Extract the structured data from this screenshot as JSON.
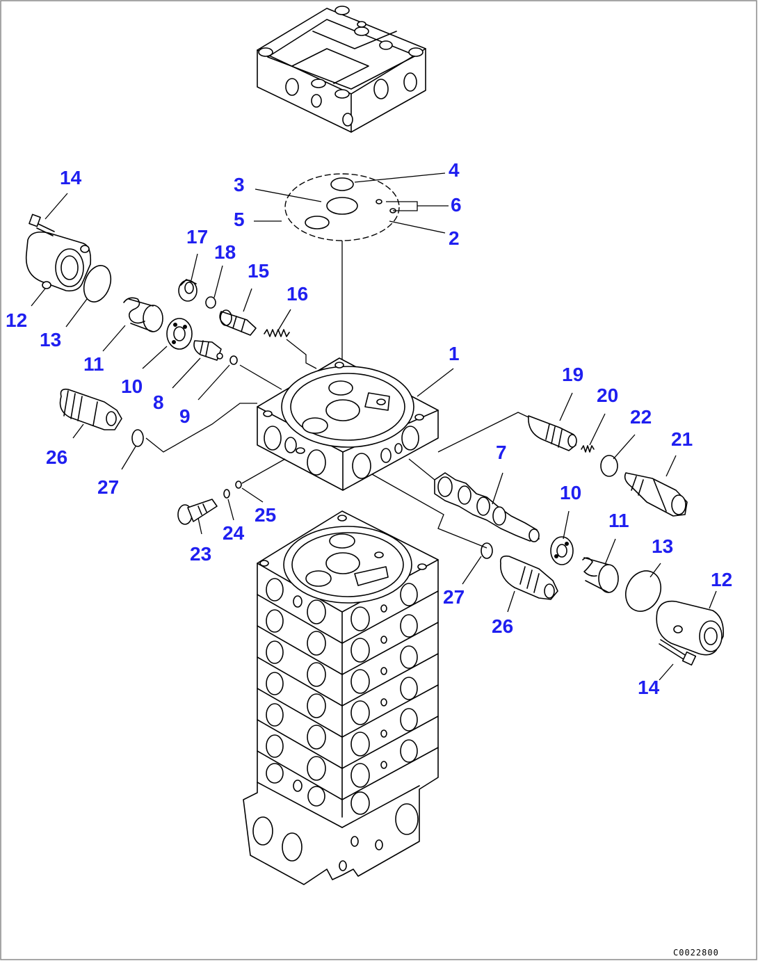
{
  "callouts": {
    "c1": "1",
    "c2": "2",
    "c3": "3",
    "c4": "4",
    "c5": "5",
    "c6": "6",
    "c7": "7",
    "c8": "8",
    "c9": "9",
    "c10a": "10",
    "c10b": "10",
    "c11a": "11",
    "c11b": "11",
    "c12a": "12",
    "c12b": "12",
    "c13a": "13",
    "c13b": "13",
    "c14a": "14",
    "c14b": "14",
    "c15": "15",
    "c16": "16",
    "c17": "17",
    "c18": "18",
    "c19": "19",
    "c20": "20",
    "c21": "21",
    "c22": "22",
    "c23": "23",
    "c24": "24",
    "c25": "25",
    "c26a": "26",
    "c26b": "26",
    "c27a": "27",
    "c27b": "27"
  },
  "figure_code": "C0022800",
  "colors": {
    "callout": "#1f1ff0",
    "line": "#000000",
    "frame": "#888888"
  }
}
